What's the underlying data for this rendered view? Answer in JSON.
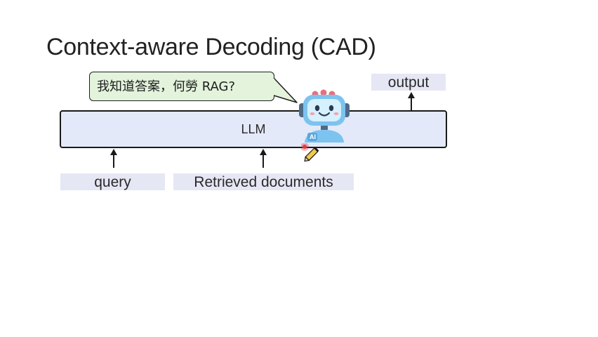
{
  "slide": {
    "title": "Context-aware Decoding (CAD)"
  },
  "diagram": {
    "model_label": "LLM",
    "inputs": [
      {
        "label": "query"
      },
      {
        "label": "Retrieved documents"
      }
    ],
    "output_label": "output",
    "speech_bubble": "我知道答案，何勞 RAG?",
    "robot_badge": "AI"
  },
  "colors": {
    "model_box_fill": "#e3e9f8",
    "tag_fill": "#e5e7f4",
    "bubble_fill": "#e3f3dc",
    "robot_body": "#7cc3f0",
    "robot_antenna": "#e8707e",
    "pointer_dot": "#e53945"
  },
  "icons": {
    "mascot": "robot-mascot-icon",
    "cursor": "pencil-pointer-icon"
  }
}
